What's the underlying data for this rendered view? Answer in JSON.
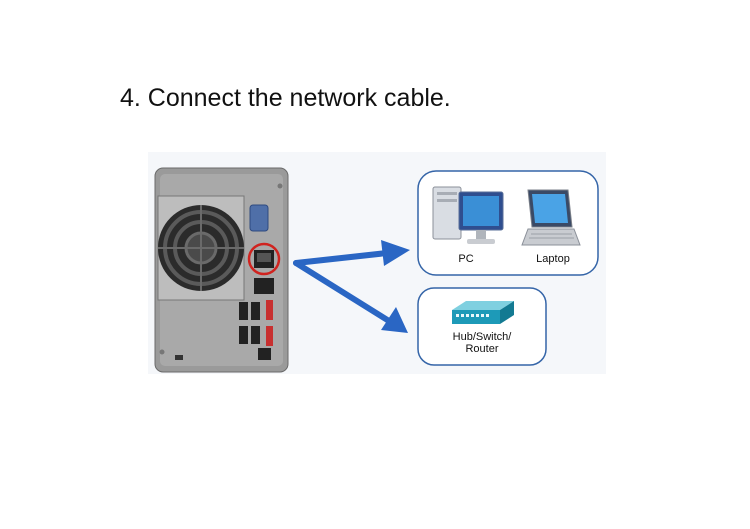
{
  "heading": "4. Connect the network cable.",
  "devices": {
    "pc_label": "PC",
    "laptop_label": "Laptop",
    "hub_label_line1": "Hub/Switch/",
    "hub_label_line2": "Router"
  },
  "colors": {
    "arrow": "#2a66c4",
    "highlight_ring": "#d0231f",
    "card_border": "#3565a8",
    "nas_body": "#9a9a9a",
    "hub": "#1d9ab8"
  }
}
